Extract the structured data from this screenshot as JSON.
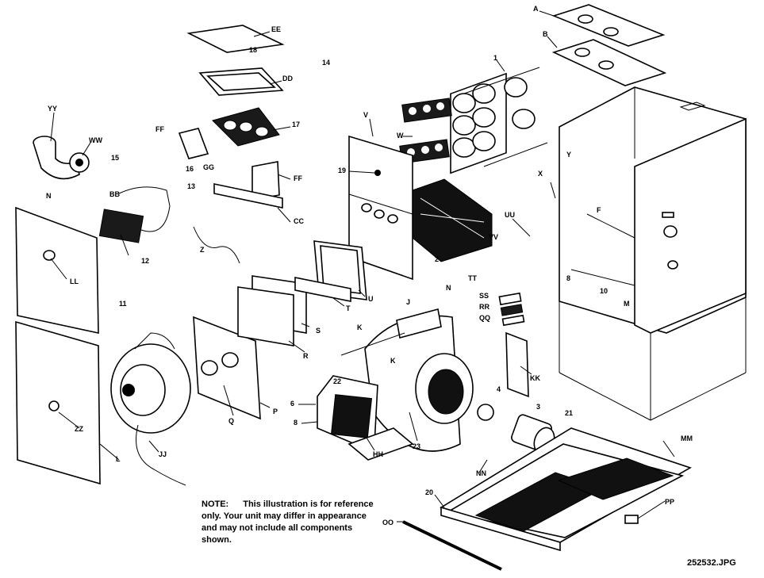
{
  "labels": [
    {
      "id": "A",
      "text": "A"
    },
    {
      "id": "B",
      "text": "B"
    },
    {
      "id": "EE",
      "text": "EE"
    },
    {
      "id": "18a",
      "text": "18"
    },
    {
      "id": "14",
      "text": "14"
    },
    {
      "id": "DD",
      "text": "DD"
    },
    {
      "id": "1",
      "text": "1"
    },
    {
      "id": "YY",
      "text": "YY"
    },
    {
      "id": "WW",
      "text": "WW"
    },
    {
      "id": "FF1",
      "text": "FF"
    },
    {
      "id": "17",
      "text": "17"
    },
    {
      "id": "V",
      "text": "V"
    },
    {
      "id": "W",
      "text": "W"
    },
    {
      "id": "15",
      "text": "15"
    },
    {
      "id": "16",
      "text": "16"
    },
    {
      "id": "GG",
      "text": "GG"
    },
    {
      "id": "19",
      "text": "19"
    },
    {
      "id": "FF2",
      "text": "FF"
    },
    {
      "id": "Y",
      "text": "Y"
    },
    {
      "id": "X",
      "text": "X"
    },
    {
      "id": "BB",
      "text": "BB"
    },
    {
      "id": "13",
      "text": "13"
    },
    {
      "id": "CC",
      "text": "CC"
    },
    {
      "id": "N1",
      "text": "N"
    },
    {
      "id": "UU",
      "text": "UU"
    },
    {
      "id": "F",
      "text": "F"
    },
    {
      "id": "12",
      "text": "12"
    },
    {
      "id": "Z",
      "text": "Z"
    },
    {
      "id": "VV",
      "text": "VV"
    },
    {
      "id": "2",
      "text": "2"
    },
    {
      "id": "LL",
      "text": "LL"
    },
    {
      "id": "TT",
      "text": "TT"
    },
    {
      "id": "U",
      "text": "U"
    },
    {
      "id": "T",
      "text": "T"
    },
    {
      "id": "10",
      "text": "10"
    },
    {
      "id": "8a",
      "text": "8"
    },
    {
      "id": "M",
      "text": "M"
    },
    {
      "id": "N2",
      "text": "N"
    },
    {
      "id": "SS",
      "text": "SS"
    },
    {
      "id": "RR",
      "text": "RR"
    },
    {
      "id": "QQ",
      "text": "QQ"
    },
    {
      "id": "11",
      "text": "11"
    },
    {
      "id": "S",
      "text": "S"
    },
    {
      "id": "J",
      "text": "J"
    },
    {
      "id": "K1",
      "text": "K"
    },
    {
      "id": "R",
      "text": "R"
    },
    {
      "id": "KK",
      "text": "KK"
    },
    {
      "id": "K2",
      "text": "K"
    },
    {
      "id": "22",
      "text": "22"
    },
    {
      "id": "4",
      "text": "4"
    },
    {
      "id": "6",
      "text": "6"
    },
    {
      "id": "8b",
      "text": "8"
    },
    {
      "id": "ZZ",
      "text": "ZZ"
    },
    {
      "id": "Q",
      "text": "Q"
    },
    {
      "id": "P",
      "text": "P"
    },
    {
      "id": "3",
      "text": "3"
    },
    {
      "id": "21",
      "text": "21"
    },
    {
      "id": "23",
      "text": "23"
    },
    {
      "id": "MM",
      "text": "MM"
    },
    {
      "id": "L",
      "text": "L"
    },
    {
      "id": "JJ",
      "text": "JJ"
    },
    {
      "id": "NN",
      "text": "NN"
    },
    {
      "id": "HH",
      "text": "HH"
    },
    {
      "id": "20",
      "text": "20"
    },
    {
      "id": "PP",
      "text": "PP"
    },
    {
      "id": "OO",
      "text": "OO"
    }
  ],
  "note": {
    "heading": "NOTE:",
    "body": "This illustration is for reference only.  Your unit may differ in appearance and may not include all components shown."
  },
  "filename": "252532.JPG"
}
